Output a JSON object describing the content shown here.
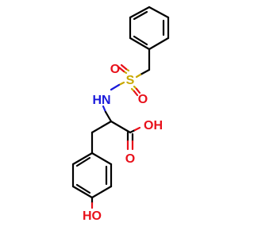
{
  "molecule": {
    "atom_labels": {
      "sulfur": "S",
      "sulfonyl_oxygen_1": "O",
      "sulfonyl_oxygen_2": "O",
      "amine": "HN",
      "carboxyl_hydroxyl": "OH",
      "carbonyl_oxygen": "O",
      "phenol_hydroxyl": "HO"
    },
    "colors": {
      "carbon_bond": "#000000",
      "oxygen": "#e8101a",
      "nitrogen": "#1a1adb",
      "sulfur": "#c8a800"
    }
  }
}
